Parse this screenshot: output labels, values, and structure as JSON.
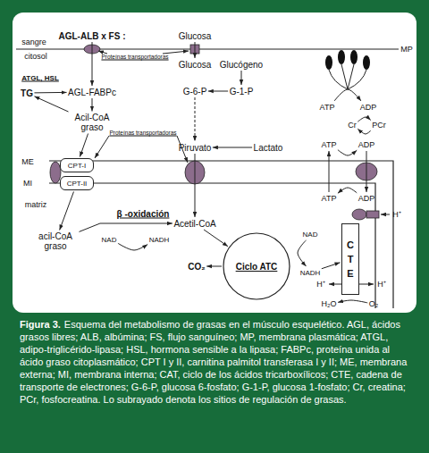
{
  "diagram": {
    "title": "Figura 3.",
    "caption": "Esquema del metabolismo de grasas en el músculo esquelético. AGL, ácidos grasos libres; ALB, albúmina; FS, flujo sanguíneo; MP, membrana plasmática; ATGL, adipo-triglicérido-lipasa; HSL, hormona sensible a la lipasa; FABPc, proteína unida al ácido graso citoplasmático; CPT I y II, carnitina palmitol transferasa I y II; ME, membrana externa; MI, membrana interna; CAT, ciclo de los ácidos tricarboxílicos; CTE, cadena de transporte de electrones; G-6-P, glucosa 6-fosfato; G-1-P, glucosa 1-fosfato; Cr, creatina; PCr, fosfocreatina. Lo subrayado denota los sitios de regulación de grasas.",
    "nodes": [
      {
        "text": [
          "AGL-ALB x FS :"
        ]
      },
      {
        "text": [
          "Glucosa"
        ]
      },
      {
        "text": [
          "Glucosa"
        ]
      },
      {
        "text": [
          "Glucógeno"
        ]
      },
      {
        "text": [
          "TG"
        ]
      },
      {
        "text": [
          "AGL-FABPc"
        ]
      },
      {
        "text": [
          "G-6-P"
        ]
      },
      {
        "text": [
          "G-1-P"
        ]
      },
      {
        "text": [
          "ATP"
        ]
      },
      {
        "text": [
          "ADP"
        ]
      },
      {
        "text": [
          "Cr"
        ]
      },
      {
        "text": [
          "PCr"
        ]
      },
      {
        "text": [
          "Acil-CoA graso"
        ]
      },
      {
        "text": [
          "Piruvato"
        ]
      },
      {
        "text": [
          "Lactato"
        ]
      },
      {
        "text": [
          "ATP"
        ]
      },
      {
        "text": [
          "ADP"
        ]
      },
      {
        "text": [
          "CPT-I"
        ]
      },
      {
        "text": [
          "CPT-II"
        ]
      },
      {
        "text": [
          "ATP"
        ]
      },
      {
        "text": [
          "ADP"
        ]
      },
      {
        "text": [
          "acil-CoA graso"
        ]
      },
      {
        "text": [
          "Acetil-CoA"
        ]
      },
      {
        "text": [
          "NAD"
        ]
      },
      {
        "text": [
          "NADH"
        ]
      },
      {
        "text": [
          "Ciclo ATC"
        ]
      },
      {
        "text": [
          "CO₂"
        ]
      },
      {
        "text": [
          "NAD"
        ]
      },
      {
        "text": [
          "NADH"
        ]
      },
      {
        "text": [
          "CTE"
        ]
      },
      {
        "text": [
          "H₂O"
        ]
      },
      {
        "text": [
          "O₂"
        ]
      }
    ],
    "edges": [
      {
        "from": 0,
        "to": 5,
        "arrow": "to"
      },
      {
        "from": 1,
        "to": 2,
        "arrow": "to"
      },
      {
        "from": 4,
        "to": 5,
        "arrow": "to"
      },
      {
        "from": 5,
        "to": 12,
        "arrow": "to"
      },
      {
        "from": 12,
        "to": 4,
        "arrow": "to"
      },
      {
        "from": 3,
        "to": 7,
        "arrow": "to"
      },
      {
        "from": 7,
        "to": 6,
        "arrow": "to"
      },
      {
        "from": 6,
        "to": 13,
        "arrow": "to"
      },
      {
        "from": 14,
        "to": 13,
        "arrow": "to"
      },
      {
        "from": 8,
        "to": 9,
        "arrow": "to"
      },
      {
        "from": 10,
        "to": 11,
        "arrow": "to"
      },
      {
        "from": 11,
        "to": 10,
        "arrow": "to"
      },
      {
        "from": 15,
        "to": 16,
        "arrow": "to"
      },
      {
        "from": 16,
        "to": 20,
        "arrow": "to"
      },
      {
        "from": 20,
        "to": 19,
        "arrow": "to"
      },
      {
        "from": 19,
        "to": 15,
        "arrow": "to"
      },
      {
        "from": 12,
        "to": 17,
        "arrow": "to"
      },
      {
        "from": 18,
        "to": 21,
        "arrow": "to"
      },
      {
        "from": 13,
        "to": 22,
        "arrow": "to"
      },
      {
        "from": 21,
        "to": 22,
        "arrow": "to"
      },
      {
        "from": 23,
        "to": 24,
        "arrow": "to"
      },
      {
        "from": 22,
        "to": 25,
        "arrow": "to"
      },
      {
        "from": 25,
        "to": 26,
        "arrow": "to"
      },
      {
        "from": 27,
        "to": 28,
        "arrow": "to"
      },
      {
        "from": 28,
        "to": 29,
        "arrow": "to"
      },
      {
        "from": 31,
        "to": 30,
        "arrow": "to"
      }
    ],
    "labels": [
      "sangre",
      "citosol",
      "MP",
      "Proteínas transportadoras",
      "ATGL, HSL",
      "Proteínas transportadoras",
      "ME",
      "MI",
      "matriz",
      "β -oxidación",
      "H⁺",
      "H⁺",
      "H⁺"
    ]
  }
}
